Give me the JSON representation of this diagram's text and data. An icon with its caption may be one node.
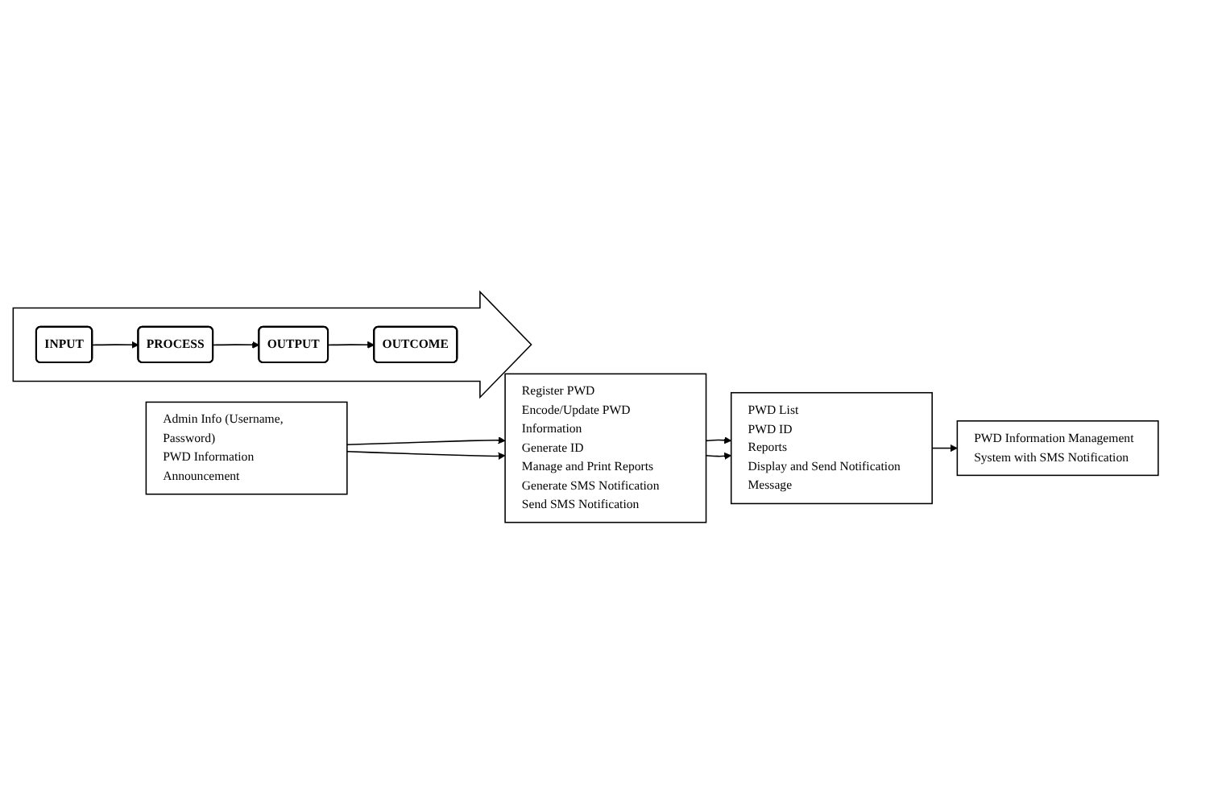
{
  "diagram": {
    "nodes": [
      {
        "text": [],
        "shape": "arrow"
      },
      {
        "text": [
          "INPUT"
        ],
        "in": 0
      },
      {
        "text": [
          "PROCESS"
        ],
        "in": 0
      },
      {
        "text": [
          "OUTPUT"
        ],
        "in": 0
      },
      {
        "text": [
          "OUTCOME"
        ],
        "in": 0
      },
      {
        "text": [
          "Admin Info (Username, Password)",
          "PWD Information",
          "Announcement"
        ]
      },
      {
        "text": [
          "Register PWD",
          "Encode/Update PWD Information",
          "Generate ID",
          "Manage and Print Reports",
          "Generate SMS Notification",
          "Send SMS Notification"
        ]
      },
      {
        "text": [
          "PWD List",
          "PWD ID",
          "Reports",
          "Display and Send Notification Message"
        ]
      },
      {
        "text": [
          "PWD Information Management System with SMS Notification"
        ]
      }
    ],
    "edges": [
      {
        "from": 1,
        "to": 2,
        "arrow": "to"
      },
      {
        "from": 2,
        "to": 3,
        "arrow": "to"
      },
      {
        "from": 3,
        "to": 4,
        "arrow": "to"
      },
      {
        "from": 5,
        "to": 6,
        "arrow": "to"
      },
      {
        "from": 5,
        "to": 6,
        "arrow": "to"
      },
      {
        "from": 6,
        "to": 7,
        "arrow": "to"
      },
      {
        "from": 6,
        "to": 7,
        "arrow": "to"
      },
      {
        "from": 7,
        "to": 8,
        "arrow": "to"
      }
    ]
  }
}
